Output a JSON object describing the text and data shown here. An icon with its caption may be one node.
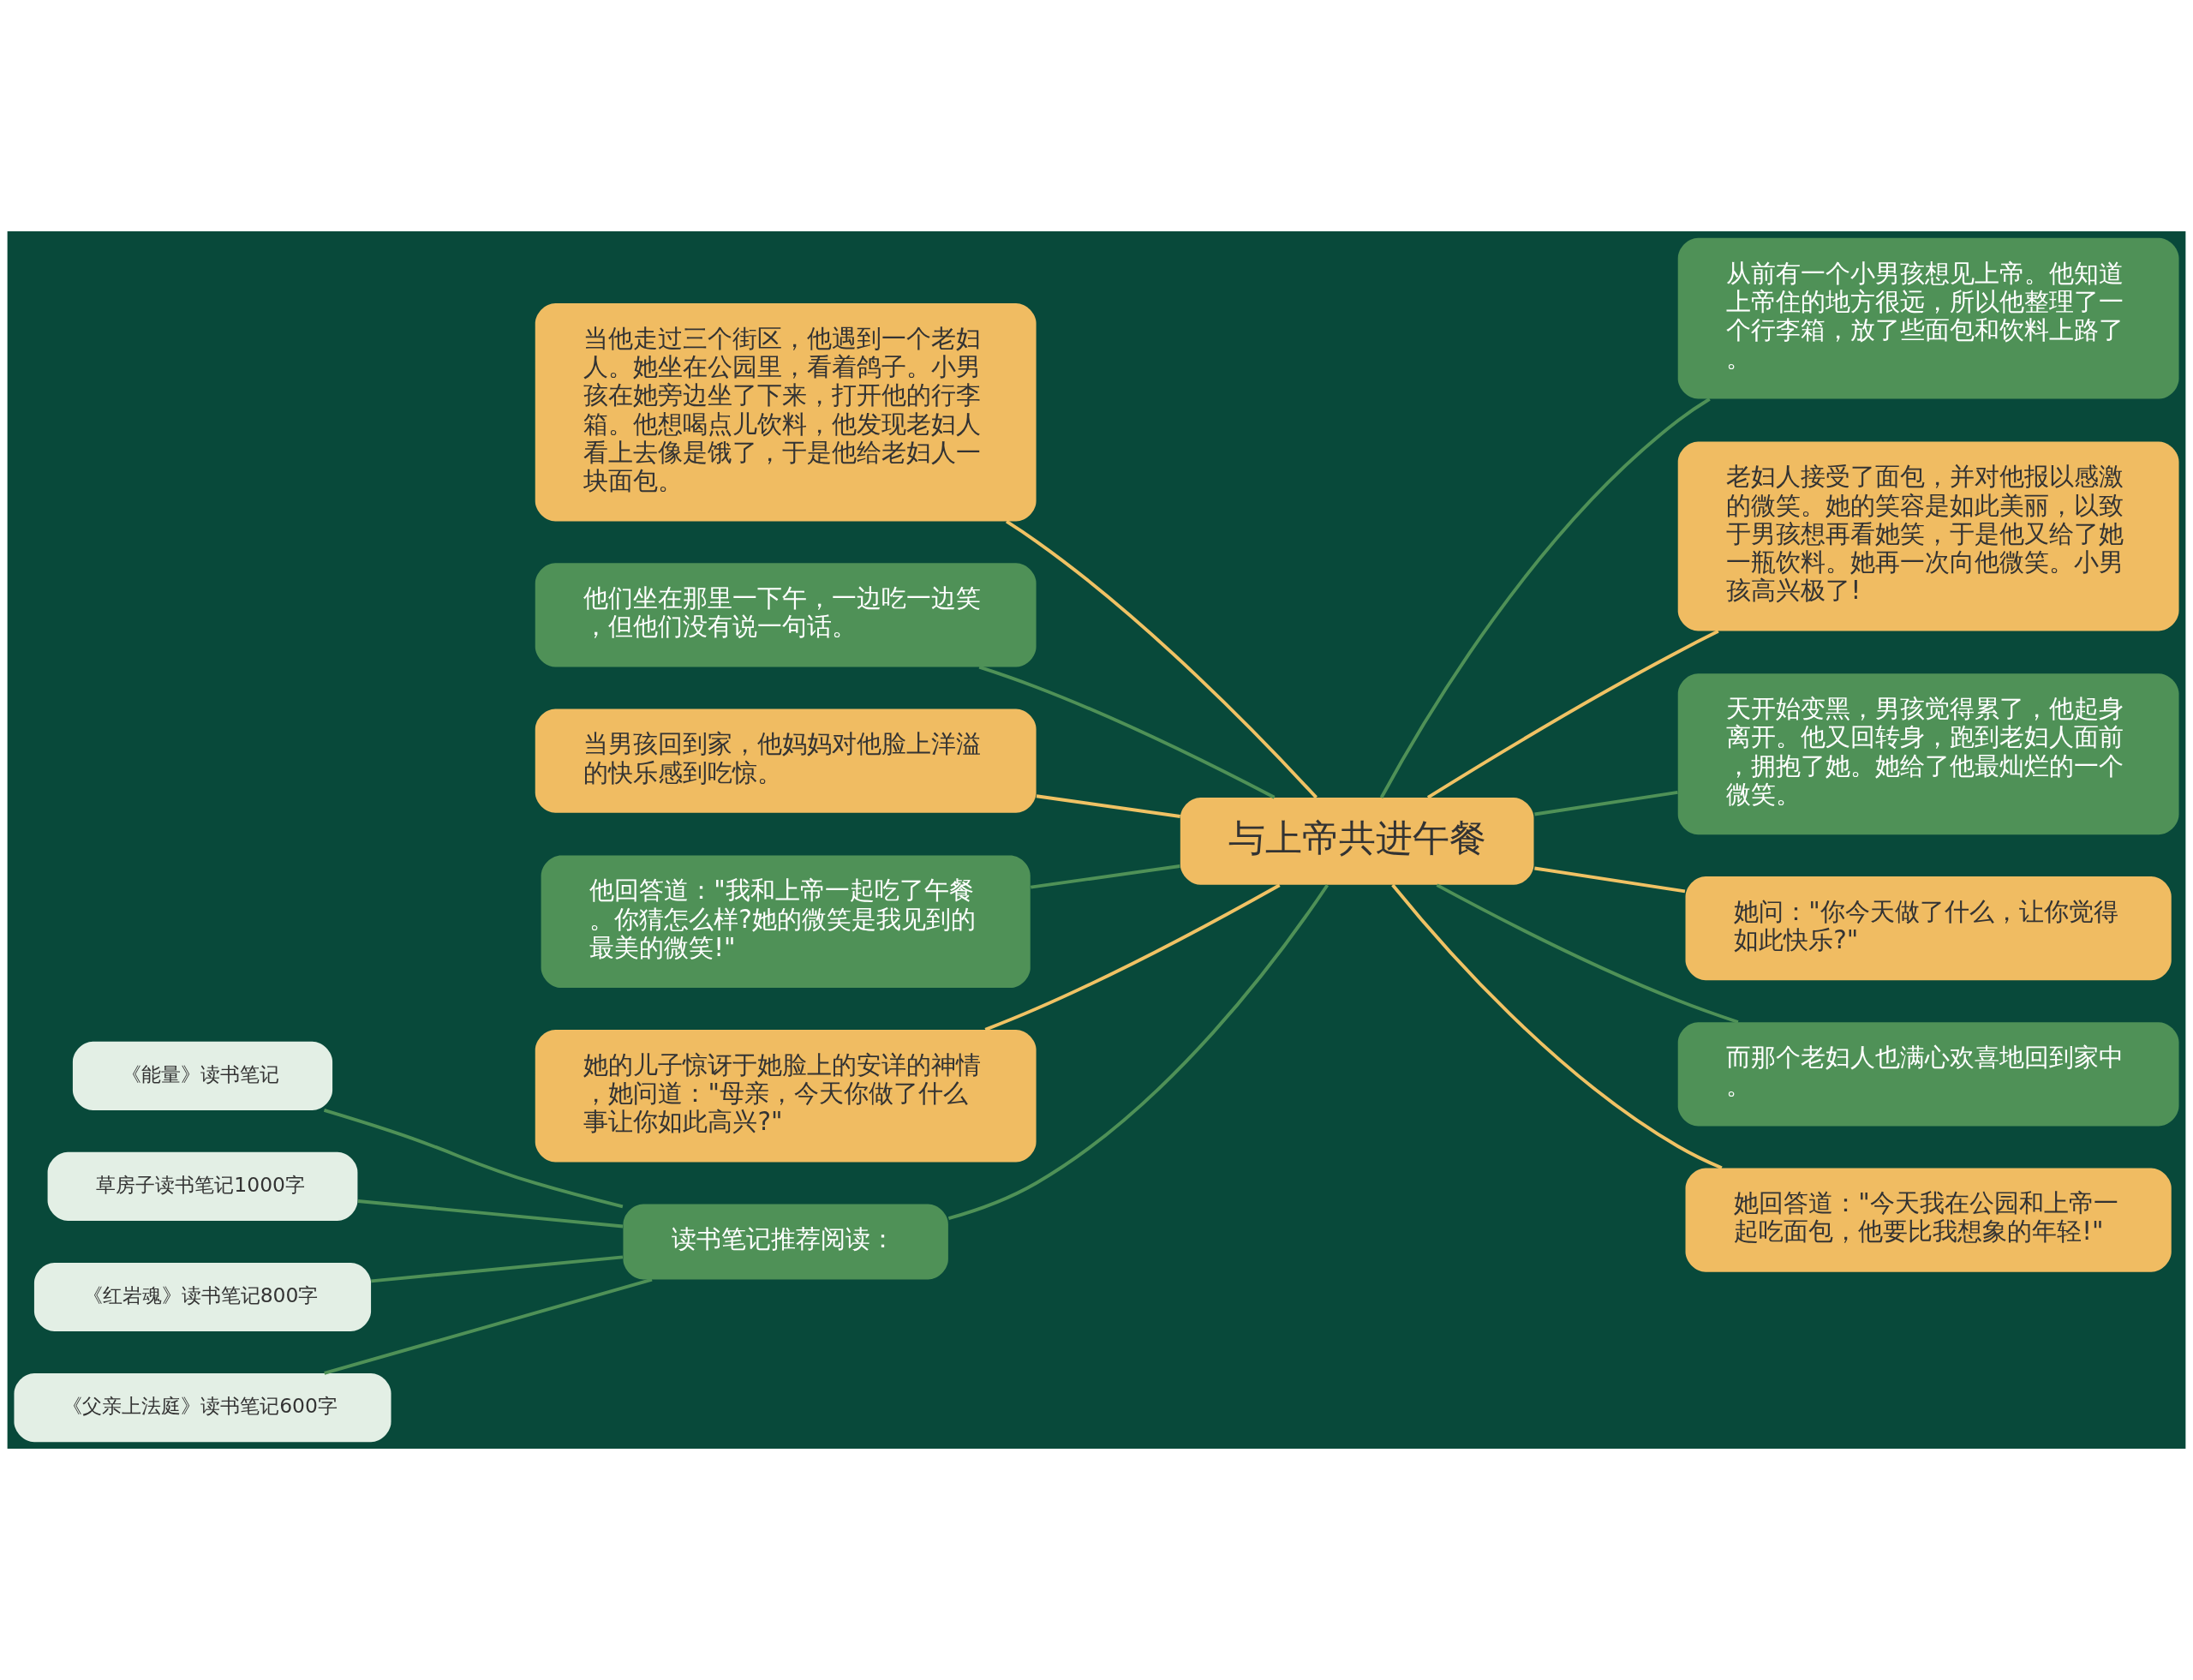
{
  "diagram": {
    "nodes": [
      {
        "text": [
          "与上帝共进午餐"
        ]
      },
      {
        "text": [
          "当他走过三个街区，他遇到一个老妇人。她坐在公园里，看着鸽子。小男孩在她旁边坐了下来，打开他的行李箱。他想喝点儿饮料，他发现老妇人看上去像是饿了，于是他给老妇人一块面包。"
        ]
      },
      {
        "text": [
          "他们坐在那里一下午，一边吃一边笑，但他们没有说一句话。"
        ]
      },
      {
        "text": [
          "当男孩回到家，他妈妈对他脸上洋溢的快乐感到吃惊。"
        ]
      },
      {
        "text": [
          "他回答道：\"我和上帝一起吃了午餐。你猜怎么样?她的微笑是我见到的最美的微笑!\""
        ]
      },
      {
        "text": [
          "她的儿子惊讶于她脸上的安详的神情，她问道：\"母亲，今天你做了什么事让你如此高兴?\""
        ]
      },
      {
        "text": [
          "读书笔记推荐阅读："
        ]
      },
      {
        "text": [
          "《能量》读书笔记"
        ]
      },
      {
        "text": [
          "草房子读书笔记1000字"
        ]
      },
      {
        "text": [
          "《红岩魂》读书笔记800字"
        ]
      },
      {
        "text": [
          "《父亲上法庭》读书笔记600字"
        ]
      },
      {
        "text": [
          "从前有一个小男孩想见上帝。他知道上帝住的地方很远，所以他整理了一个行李箱，放了些面包和饮料上路了。"
        ]
      },
      {
        "text": [
          "老妇人接受了面包，并对他报以感激的微笑。她的笑容是如此美丽，以致于男孩想再看她笑，于是他又给了她一瓶饮料。她再一次向他微笑。小男孩高兴极了!"
        ]
      },
      {
        "text": [
          "天开始变黑，男孩觉得累了，他起身离开。他又回转身，跑到老妇人面前，拥抱了她。她给了他最灿烂的一个微笑。"
        ]
      },
      {
        "text": [
          "她问：\"你今天做了什么，让你觉得如此快乐?\""
        ]
      },
      {
        "text": [
          "而那个老妇人也满心欢喜地回到家中。"
        ]
      },
      {
        "text": [
          "她回答道：\"今天我在公园和上帝一起吃面包，他要比我想象的年轻!\""
        ]
      }
    ],
    "edges": [
      {
        "from": 1,
        "to": 0,
        "arrow": "none",
        "color": "#f0c264"
      },
      {
        "from": 2,
        "to": 0,
        "arrow": "none"
      },
      {
        "from": 3,
        "to": 0,
        "arrow": "none",
        "color": "#f0c264"
      },
      {
        "from": 4,
        "to": 0,
        "arrow": "none"
      },
      {
        "from": 5,
        "to": 0,
        "arrow": "none",
        "color": "#f0c264"
      },
      {
        "from": 6,
        "to": 0,
        "arrow": "none"
      },
      {
        "from": 7,
        "to": 6,
        "arrow": "none"
      },
      {
        "from": 8,
        "to": 6,
        "arrow": "none"
      },
      {
        "from": 9,
        "to": 6,
        "arrow": "none"
      },
      {
        "from": 10,
        "to": 6,
        "arrow": "none"
      },
      {
        "from": 0,
        "to": 11,
        "arrow": "none"
      },
      {
        "from": 0,
        "to": 12,
        "arrow": "none",
        "color": "#f0c264"
      },
      {
        "from": 0,
        "to": 13,
        "arrow": "none"
      },
      {
        "from": 0,
        "to": 14,
        "arrow": "none",
        "color": "#f0c264"
      },
      {
        "from": 0,
        "to": 15,
        "arrow": "none"
      },
      {
        "from": 0,
        "to": 16,
        "arrow": "none",
        "color": "#f0c264"
      }
    ]
  }
}
